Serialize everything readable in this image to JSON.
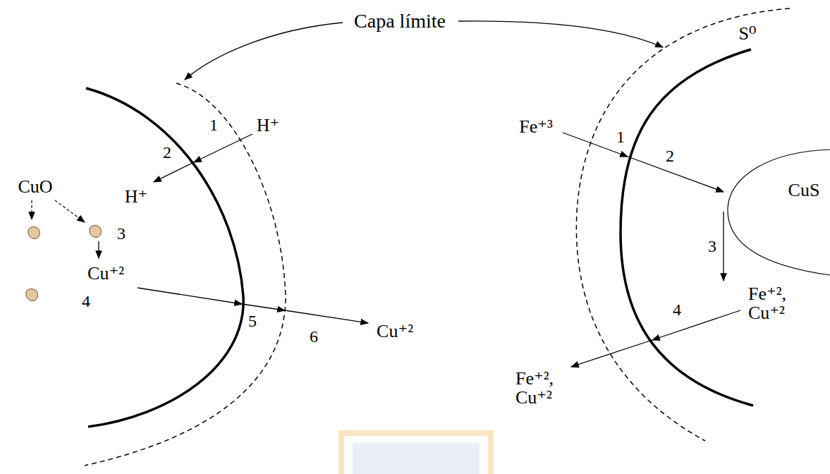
{
  "diagram": {
    "labels": [
      "Capa límite",
      "1",
      "H⁺",
      "2",
      "H⁺",
      "CuO",
      "3",
      "Cu⁺²",
      "4",
      "5",
      "6",
      "Cu⁺²",
      "S⁰",
      "Fe⁺³",
      "1",
      "2",
      "CuS",
      "3",
      "Fe⁺², Cu⁺²",
      "4",
      "Fe⁺², Cu⁺²"
    ]
  }
}
